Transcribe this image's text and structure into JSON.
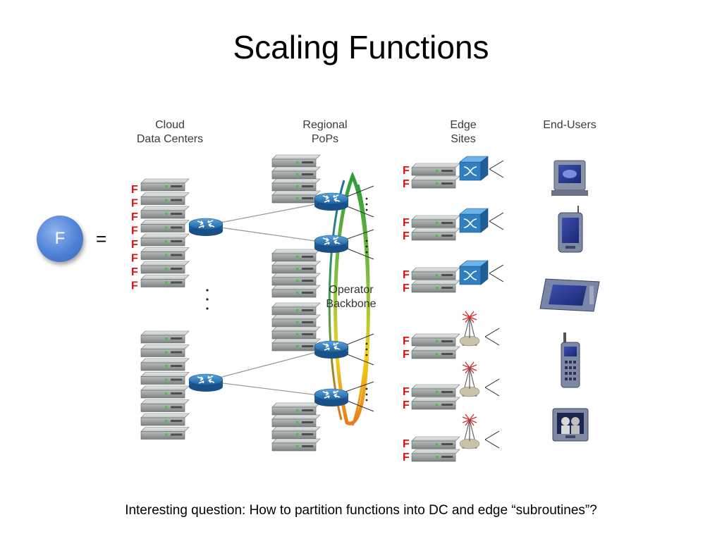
{
  "title": "Scaling Functions",
  "columns": {
    "cloud": "Cloud\nData Centers",
    "regional": "Regional\nPoPs",
    "edge": "Edge\nSites",
    "users": "End-Users"
  },
  "function_badge": "F",
  "equals": "=",
  "function_marker": "F",
  "backbone_label": "Operator\nBackbone",
  "caption": "Interesting question: How to partition functions into DC and edge “subroutines”?",
  "colors": {
    "marker": "#e01010",
    "badge": "#4f81d6",
    "router": "#2f7fc1"
  },
  "icons": [
    "server-icon",
    "router-icon",
    "switch-icon",
    "antenna-tower-icon",
    "computer-terminal-icon",
    "pda-icon",
    "tablet-icon",
    "cellphone-icon",
    "video-phone-icon"
  ]
}
